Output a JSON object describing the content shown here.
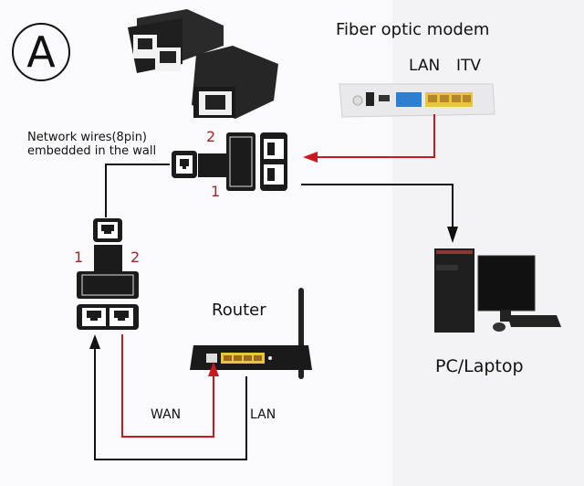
{
  "badge": "A",
  "labels": {
    "modem_title": "Fiber optic modem",
    "modem_lan": "LAN",
    "modem_itv": "ITV",
    "wall_line1": "Network wires(8pin)",
    "wall_line2": "embedded in the wall",
    "router_title": "Router",
    "wan": "WAN",
    "lan": "LAN",
    "pc": "PC/Laptop"
  },
  "splitter_top": {
    "port_1": "1",
    "port_2": "2"
  },
  "splitter_left": {
    "port_1": "1",
    "port_2": "2"
  },
  "colors": {
    "red_wire": "#c8191e",
    "black_wire": "#111111",
    "port_yellow": "#e7c53c",
    "port_blue": "#2f7fd0",
    "number_red": "#a3262b"
  }
}
